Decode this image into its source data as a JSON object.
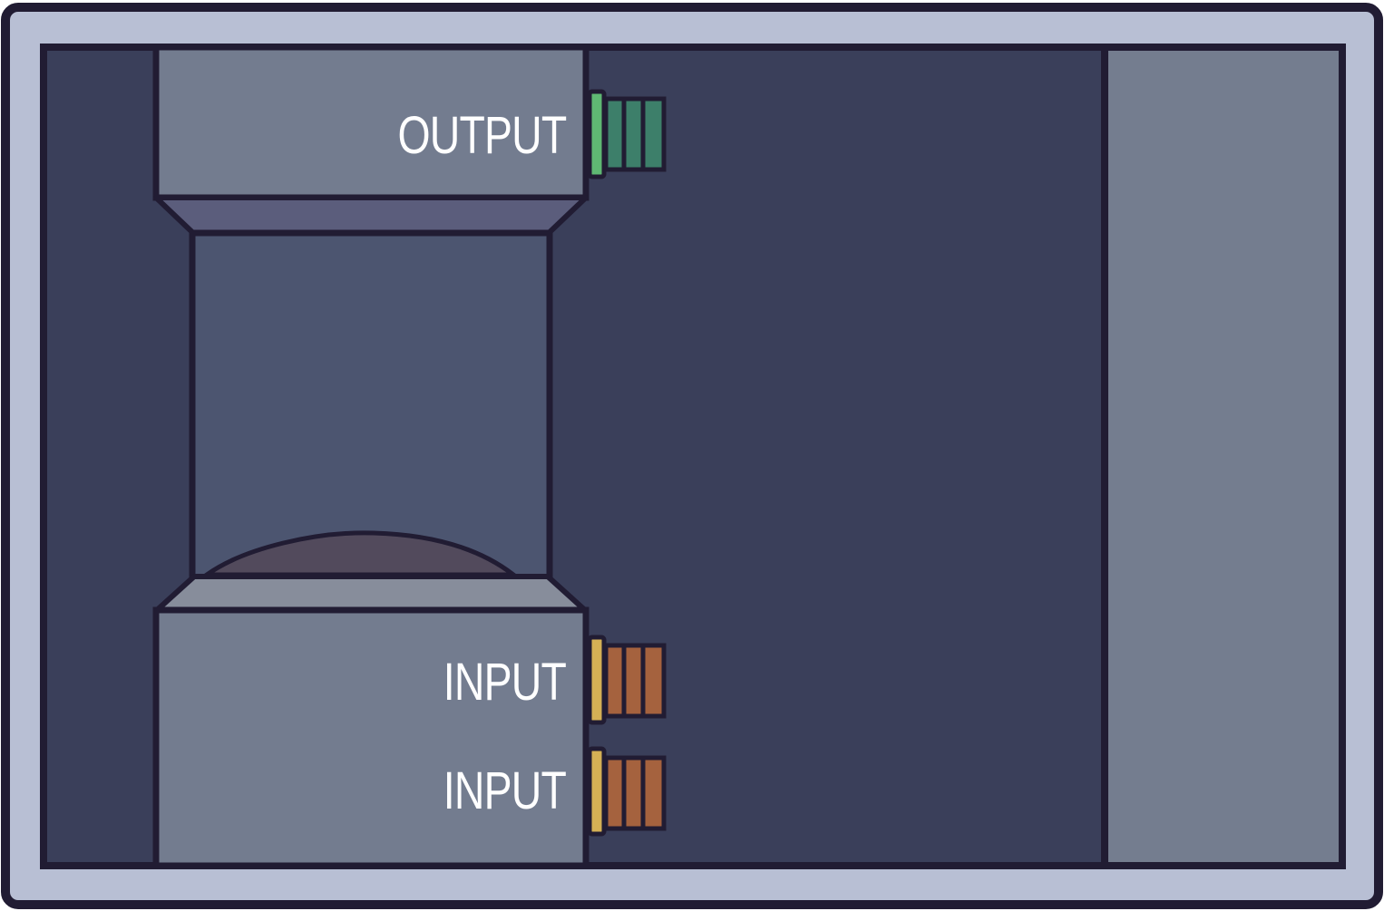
{
  "ports": {
    "output": {
      "label": "OUTPUT",
      "kind": "output",
      "light_color": "#5fb873",
      "connector_color": "#3d7f6a"
    },
    "inputs": [
      {
        "label": "INPUT",
        "kind": "input",
        "light_color": "#d4b055",
        "connector_color": "#a5623e"
      },
      {
        "label": "INPUT",
        "kind": "input",
        "light_color": "#d4b055",
        "connector_color": "#a5623e"
      }
    ]
  },
  "colors": {
    "frame": "#b8bfd4",
    "outline": "#211c33",
    "background": "#3a3f5a",
    "machine_body": "#737c8f",
    "chamber": "#4c5570",
    "right_panel": "#747d8f"
  }
}
